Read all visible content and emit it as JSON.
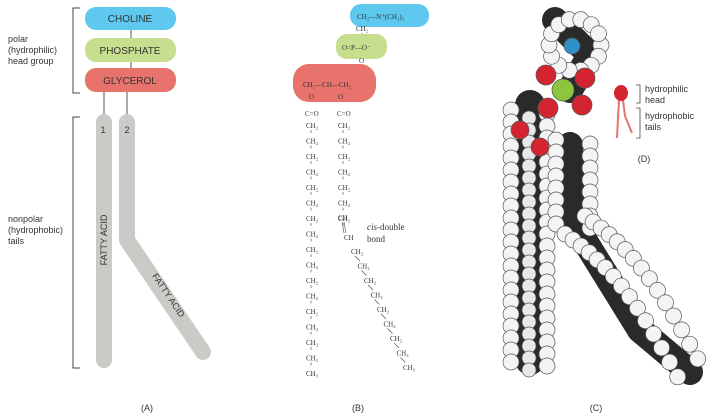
{
  "panel_a": {
    "head_group_label": [
      "polar",
      "(hydrophilic)",
      "head group"
    ],
    "tails_label": [
      "nonpolar",
      "(hydrophobic)",
      "tails"
    ],
    "boxes": {
      "choline": "CHOLINE",
      "phosphate": "PHOSPHATE",
      "glycerol": "GLYCEROL"
    },
    "tail_numbers": [
      "1",
      "2"
    ],
    "tail_label_1": "FATTY ACID",
    "tail_label_2": "FATTY ACID",
    "caption": "(A)"
  },
  "panel_b": {
    "choline_text": "CH₂—N⁺(CH₃)₃",
    "ch2_text": "CH₂",
    "o_text": "O",
    "phosphate_left": "O=P—O⁻",
    "glycerol_text": "CH₂—CH—CH₂",
    "carbonyl_left": "C=O",
    "carbonyl_right": "C=O",
    "ch_text": "CH",
    "ch3_text": "CH₃",
    "cis_label_italic": "cis",
    "cis_label_rest": "-double",
    "cis_label_line2": "bond",
    "caption": "(B)"
  },
  "panel_c": {
    "caption": "(C)"
  },
  "panel_d": {
    "hydrophilic": [
      "hydrophilic",
      "head"
    ],
    "hydrophobic": [
      "hydrophobic",
      "tails"
    ],
    "caption": "(D)"
  },
  "colors": {
    "choline": "#5ec8ef",
    "phosphate": "#c7de8e",
    "glycerol": "#e8736c",
    "tail": "#c8cbc6",
    "oxygen": "#d3242f",
    "phosphorus": "#8cc63f",
    "nitrogen": "#2f8fc6",
    "carbon": "#2a2a2a"
  }
}
